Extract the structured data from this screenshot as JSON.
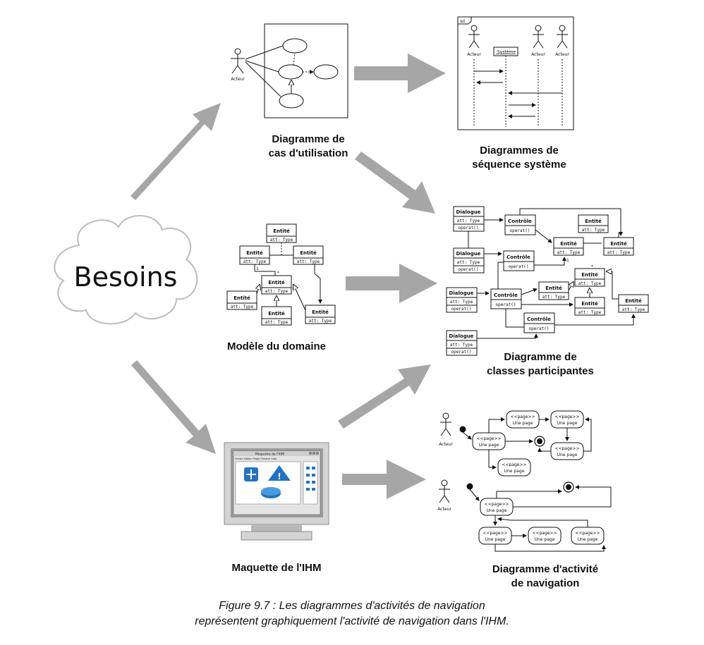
{
  "labels": {
    "besoins": "Besoins",
    "use_case": [
      "Diagramme de",
      "cas d'utilisation"
    ],
    "sequence": [
      "Diagrammes de",
      "séquence système"
    ],
    "domain": "Modèle du domaine",
    "classes": [
      "Diagramme de",
      "classes participantes"
    ],
    "ihm": "Maquette de l'IHM",
    "navigation": [
      "Diagramme d'activité",
      "de navigation"
    ]
  },
  "small": {
    "acteur": "Acteur",
    "systeme": ":Système",
    "sd": "sd",
    "entite": "Entité",
    "att": "att: Type",
    "dialogue": "Dialogue",
    "controle": "Contrôle",
    "operat": "operat()",
    "page_stereo": "<<page>>",
    "une_page": "Une page",
    "multiplicity_star": "*",
    "multiplicity_one": "1",
    "window_title": "Maquette de l'IHM",
    "window_menu": "Fichier Edition Projet Fenetre Aide"
  },
  "caption": [
    "Figure 9.7 : Les diagrammes d'activités de navigation",
    "représentent graphiquement l'activité de navigation dans l'IHM."
  ]
}
